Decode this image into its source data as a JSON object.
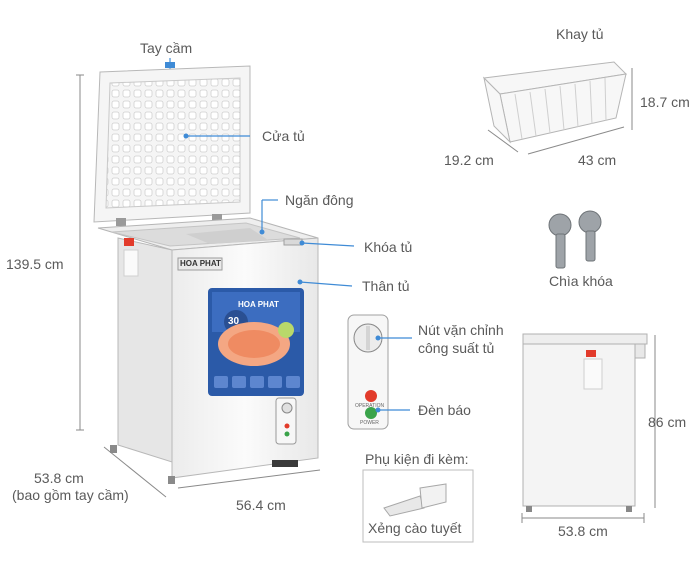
{
  "labels": {
    "handle": "Tay cầm",
    "door": "Cửa tủ",
    "freezer": "Ngăn đông",
    "lock": "Khóa tủ",
    "body": "Thân tủ",
    "knob": "Nút vặn chỉnh",
    "knob_line2": "công suất tủ",
    "indicator": "Đèn báo",
    "tray": "Khay tủ",
    "key": "Chìa khóa",
    "accessory": "Phụ kiện đi kèm:",
    "scraper": "Xẻng cào tuyết"
  },
  "dimensions": {
    "total_height": "139.5 cm",
    "depth": "53.8 cm",
    "depth_note": "(bao gồm tay cầm)",
    "width": "56.4 cm",
    "tray_height": "18.7 cm",
    "tray_depth": "19.2 cm",
    "tray_width": "43 cm",
    "body_height": "86 cm",
    "side_width": "53.8 cm"
  },
  "product": {
    "brand": "HOA PHAT",
    "badge_number": "30",
    "panel_text_1": "OPERATION",
    "panel_text_2": "POWER"
  },
  "colors": {
    "line": "#8a8a8a",
    "leader": "#3f8bd6",
    "body": "#f4f4f4",
    "panel_blue": "#2b5aa8"
  }
}
